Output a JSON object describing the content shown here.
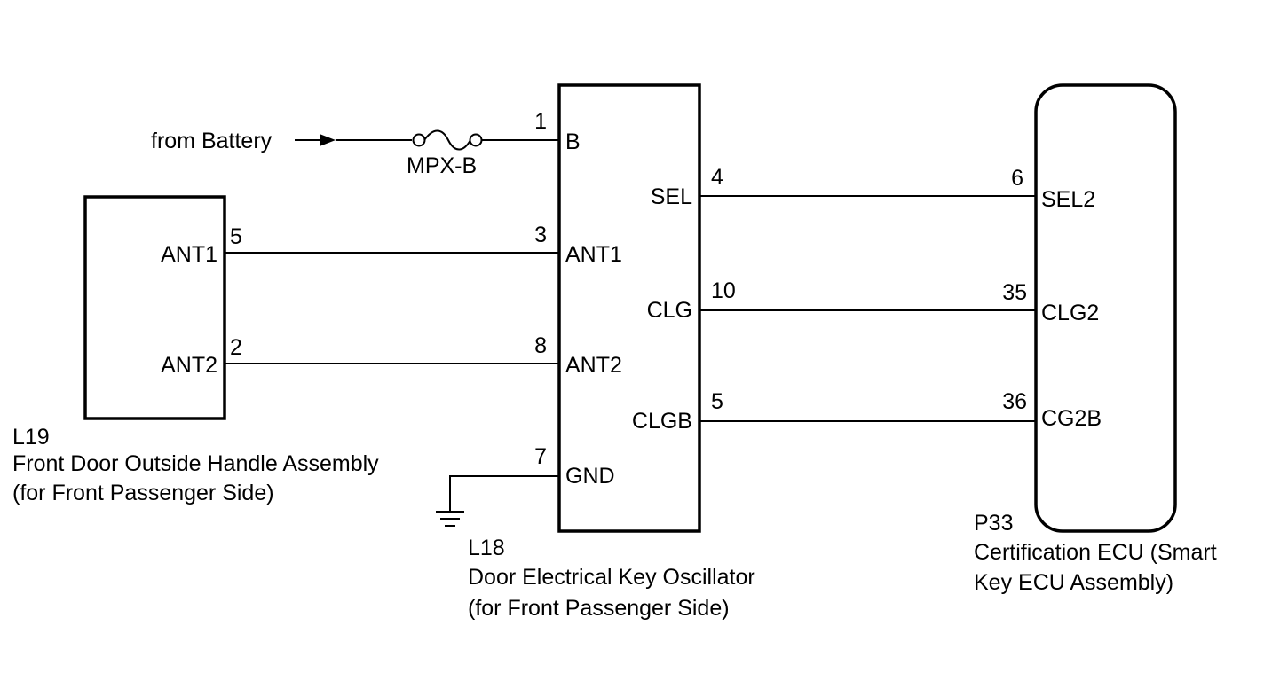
{
  "source": {
    "label": "from Battery"
  },
  "fuse": {
    "label": "MPX-B"
  },
  "components": {
    "l19": {
      "code": "L19",
      "name": "Front Door Outside Handle Assembly",
      "note": "(for Front Passenger Side)",
      "pins": {
        "ant1": "ANT1",
        "ant2": "ANT2"
      }
    },
    "l18": {
      "code": "L18",
      "name": "Door Electrical Key Oscillator",
      "note": "(for Front Passenger Side)",
      "pins": {
        "b": "B",
        "ant1": "ANT1",
        "ant2": "ANT2",
        "gnd": "GND",
        "sel": "SEL",
        "clg": "CLG",
        "clgb": "CLGB"
      }
    },
    "p33": {
      "code": "P33",
      "name_line1": "Certification ECU (Smart",
      "name_line2": "Key ECU Assembly)",
      "pins": {
        "sel2": "SEL2",
        "clg2": "CLG2",
        "cg2b": "CG2B"
      }
    }
  },
  "pin_numbers": {
    "l19_ant1": "5",
    "l19_ant2": "2",
    "l18_b": "1",
    "l18_ant1": "3",
    "l18_ant2": "8",
    "l18_gnd": "7",
    "l18_sel": "4",
    "l18_clg": "10",
    "l18_clgb": "5",
    "p33_sel2": "6",
    "p33_clg2": "35",
    "p33_cg2b": "36"
  }
}
